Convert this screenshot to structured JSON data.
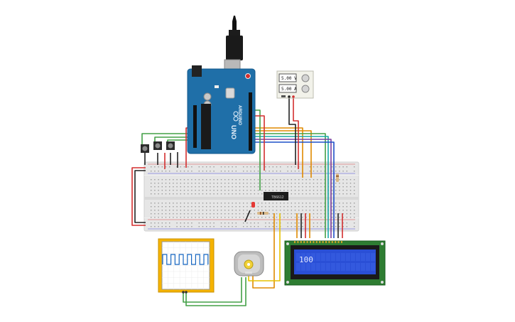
{
  "supply": {
    "voltage": "5.00 V",
    "current": "5.00 A"
  },
  "arduino": {
    "brand": "ARDUINO",
    "model": "UNO"
  },
  "chip": {
    "label": "TB6612"
  },
  "lcd": {
    "text": "100",
    "screen_color": "#2a4fd6",
    "text_color": "#dfe6ff"
  },
  "colors": {
    "arduino_board": "#1f6fa8",
    "breadboard": "#e4e4e4",
    "scope_frame": "#f5b301",
    "scope_trace": "#1565c0",
    "lcd_board": "#2e7d32",
    "wire_red": "#d32f2f",
    "wire_black": "#222222",
    "wire_green": "#43a047",
    "wire_orange": "#e08a00",
    "wire_yellow": "#e6c200",
    "wire_blue": "#1e50c8",
    "wire_purple": "#7b3fa0",
    "wire_teal": "#19a9a9"
  }
}
